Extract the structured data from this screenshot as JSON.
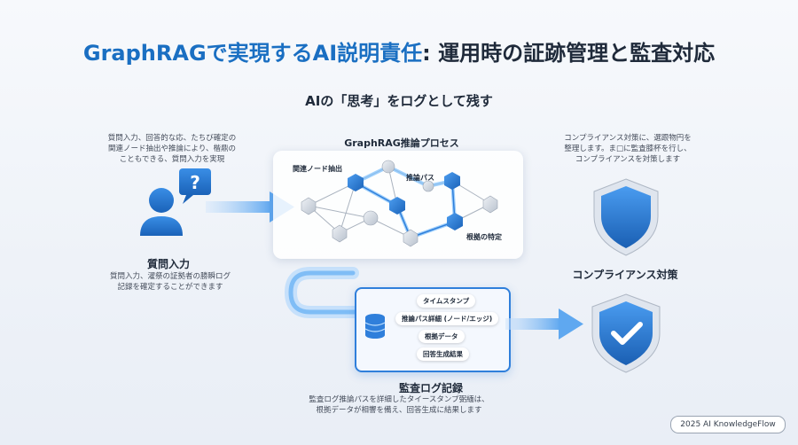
{
  "title_part1": "GraphRAGで実現するAI説明責任",
  "title_part2": ": 運用時の証跡管理と監査対応",
  "subtitle": "AIの「思考」をログとして残す",
  "left_top_text": "質問入力、回答的な応、たちび確定の\n関連ノード抽出や推論により、楷鼎の\nこともできる、質問入力を実現",
  "question_icon_text": "?",
  "left_label": "質問入力",
  "left_bottom_text": "質問入力、濯祭の証拠者の勝瞬ログ\n記録を確定することができます",
  "graph_title": "GraphRAG推論プロセス",
  "graph_labels": {
    "related_nodes": "関連ノード抽出",
    "inference_path": "推論パス",
    "source_identify": "根拠の特定"
  },
  "log_items": [
    "タイムスタンプ",
    "推論パス詳細 (ノード/エッジ)",
    "根拠データ",
    "回答生成結果"
  ],
  "log_label": "監査ログ記録",
  "log_bottom_text": "監査ログ推論パスを詳細したタイースタンプ弼緬は、\n根拠データが相響を備え、回答生成に結果します",
  "right_top_text": "コンプライアンス対策に、選跟物円を\n整理します。ま□に監査膝杯を行し、\nコンプライアンスを対策します",
  "compliance_label": "コンプライアンス対策",
  "footer": "2025 AI KnowledgeFlow",
  "colors": {
    "accent": "#1a6fc2",
    "node_blue": "#2f7fdb",
    "node_gray": "#d5dbe3",
    "arrow": "#5fa8f0"
  }
}
